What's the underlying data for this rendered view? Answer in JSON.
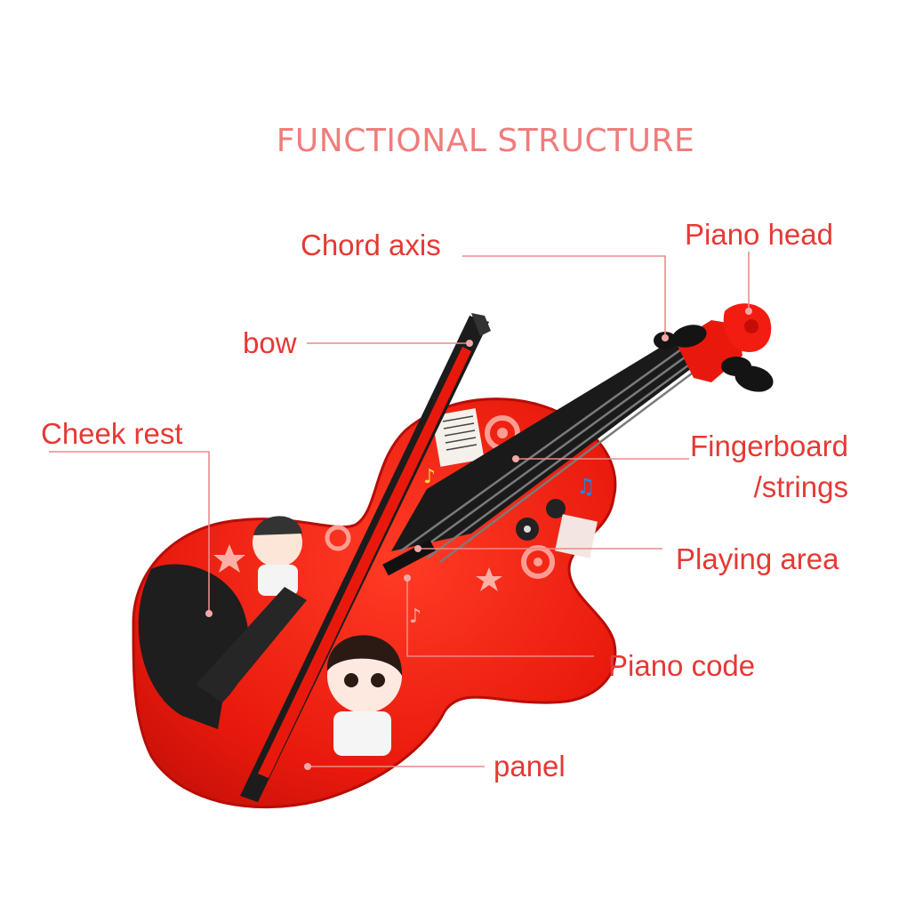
{
  "title": "FUNCTIONAL STRUCTURE",
  "colors": {
    "label_text": "#e53935",
    "title_text": "#f07c7c",
    "leader_line": "#e98a8a",
    "violin_body": "#e8190c",
    "violin_dark": "#1e1e1e"
  },
  "labels": {
    "chord_axis": "Chord axis",
    "piano_head": "Piano head",
    "bow": "bow",
    "cheek_rest": "Cheek rest",
    "fingerboard_strings": "Fingerboard\n/strings",
    "playing_area": "Playing area",
    "piano_code": "Piano code",
    "panel": "panel"
  }
}
